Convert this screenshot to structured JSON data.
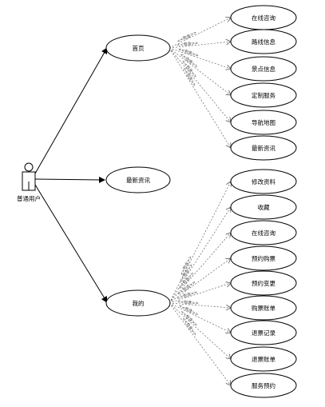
{
  "actor": {
    "name": "普通用户"
  },
  "main_cases": [
    {
      "id": "home",
      "label": "首页"
    },
    {
      "id": "news",
      "label": "最新资讯"
    },
    {
      "id": "mine",
      "label": "我的"
    }
  ],
  "include_label": "<<包含>>",
  "home_cases": [
    "在线咨询",
    "路线信息",
    "景点信息",
    "定制服务",
    "导航地图",
    "最新资讯"
  ],
  "mine_cases": [
    "修改资料",
    "收藏",
    "在线咨询",
    "预约购票",
    "预约变更",
    "购票账单",
    "退票记录",
    "退票账单",
    "服务预约"
  ]
}
